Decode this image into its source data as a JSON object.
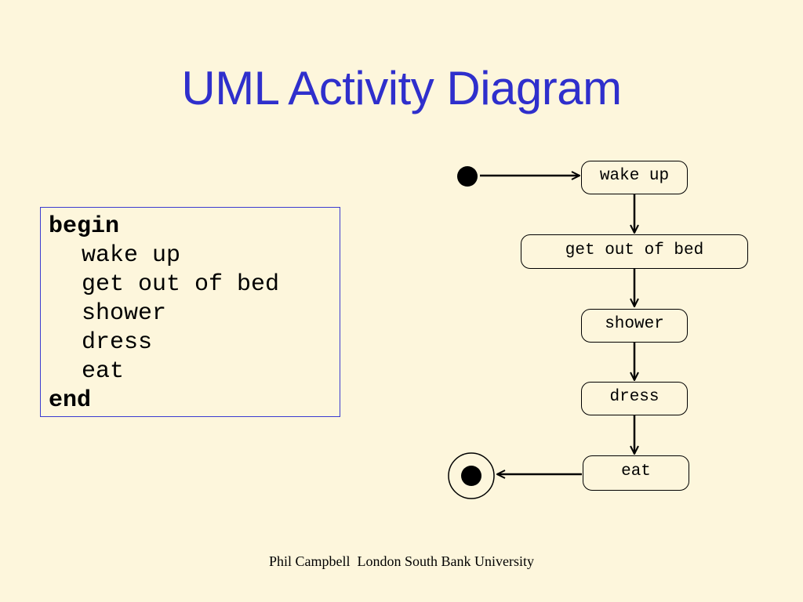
{
  "slide": {
    "title": "UML Activity Diagram",
    "footer": "Phil Campbell  London South Bank University"
  },
  "pseudocode": {
    "begin": "begin",
    "steps": [
      "wake up",
      "get out of bed",
      "shower",
      "dress",
      "eat"
    ],
    "end": "end"
  },
  "activity": {
    "actions": [
      "wake up",
      "get out of bed",
      "shower",
      "dress",
      "eat"
    ]
  }
}
